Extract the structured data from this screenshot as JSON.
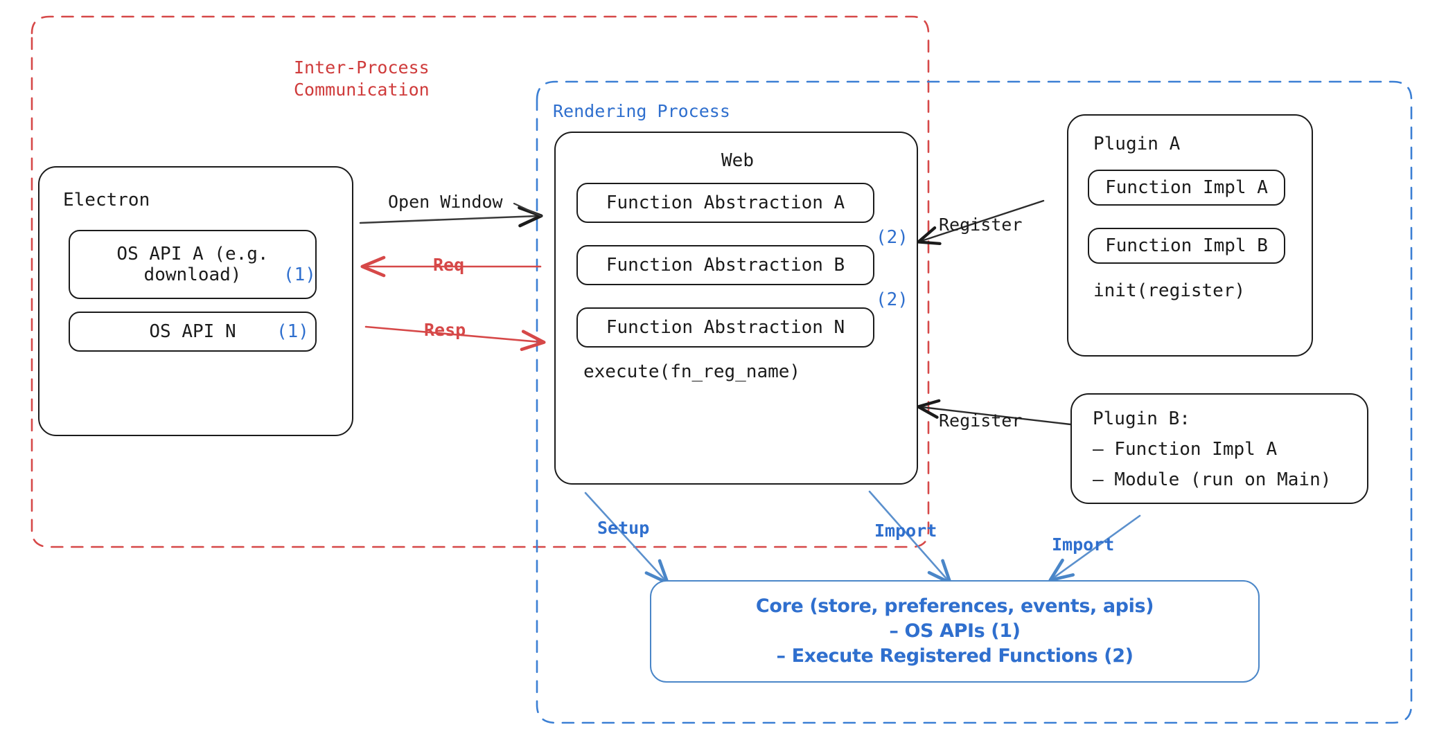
{
  "diagram": {
    "title_ipc": "Inter-Process\nCommunication",
    "title_rendering": "Rendering Process",
    "colors": {
      "red": "#cf3b3b",
      "red_arrow": "#d64848",
      "blue": "#2f6fce",
      "blue_core": "#4a86c8",
      "black": "#1b1b1b"
    },
    "groups": {
      "ipc": {
        "label": "Inter-Process Communication",
        "style": "dashed-red"
      },
      "rendering": {
        "label": "Rendering Process",
        "style": "dashed-blue"
      }
    },
    "electron": {
      "title": "Electron",
      "items": [
        {
          "label": "OS API A (e.g.\ndownload)",
          "marker": "(1)"
        },
        {
          "label": "OS API N",
          "marker": "(1)"
        }
      ]
    },
    "web": {
      "title": "Web",
      "items": [
        {
          "label": "Function Abstraction A",
          "marker": "(2)"
        },
        {
          "label": "Function Abstraction B",
          "marker": "(2)"
        },
        {
          "label": "Function Abstraction N",
          "marker": ""
        }
      ],
      "footer": "execute(fn_reg_name)"
    },
    "plugin_a": {
      "title": "Plugin A",
      "items": [
        {
          "label": "Function Impl A"
        },
        {
          "label": "Function Impl B"
        }
      ],
      "footer": "init(register)"
    },
    "plugin_b": {
      "lines": [
        "Plugin B:",
        "– Function Impl A",
        "– Module (run on Main)"
      ]
    },
    "core": {
      "lines": [
        "Core (store, preferences, events, apis)",
        "– OS APIs (1)",
        "– Execute Registered Functions (2)"
      ]
    },
    "arrows": {
      "open_window": "Open Window",
      "req": "Req",
      "resp": "Resp",
      "register_top": "Register",
      "register_bottom": "Register",
      "setup": "Setup",
      "import_web": "Import",
      "import_plugin": "Import"
    }
  }
}
